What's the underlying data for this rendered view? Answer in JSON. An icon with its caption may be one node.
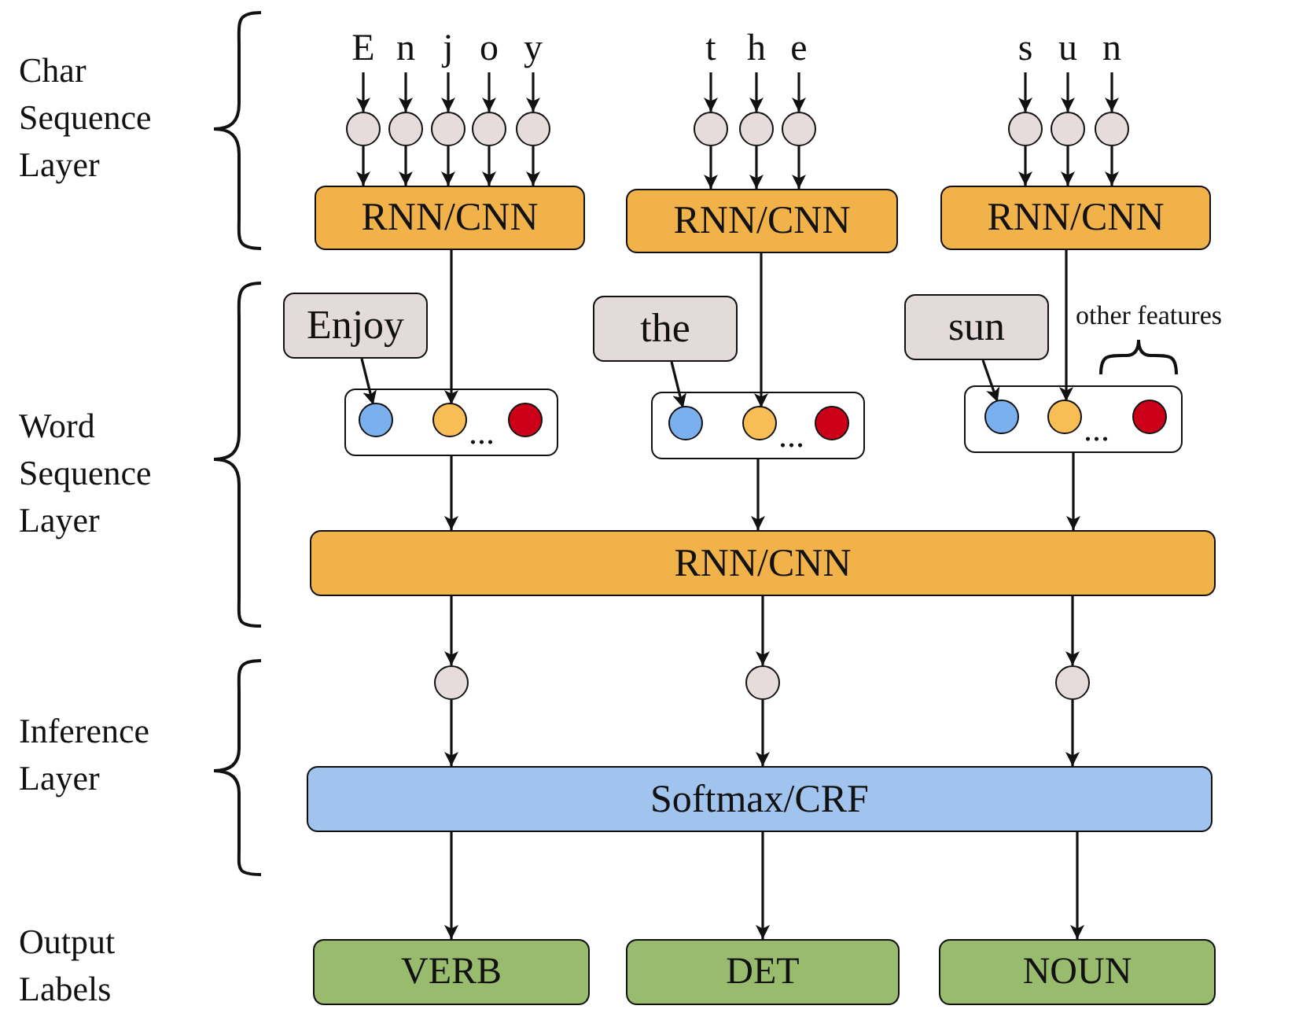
{
  "diagram": {
    "nodes": [
      {
        "text": [
          "E"
        ]
      },
      {
        "text": [
          "n"
        ]
      },
      {
        "text": [
          "j"
        ]
      },
      {
        "text": [
          "o"
        ]
      },
      {
        "text": [
          "y"
        ]
      },
      {
        "text": [
          "t"
        ]
      },
      {
        "text": [
          "h"
        ]
      },
      {
        "text": [
          "e"
        ]
      },
      {
        "text": [
          "s"
        ]
      },
      {
        "text": [
          "u"
        ]
      },
      {
        "text": [
          "n"
        ]
      },
      {
        "text": [],
        "shape": "circle"
      },
      {
        "text": [],
        "shape": "circle"
      },
      {
        "text": [],
        "shape": "circle"
      },
      {
        "text": [],
        "shape": "circle"
      },
      {
        "text": [],
        "shape": "circle"
      },
      {
        "text": [],
        "shape": "circle"
      },
      {
        "text": [],
        "shape": "circle"
      },
      {
        "text": [],
        "shape": "circle"
      },
      {
        "text": [],
        "shape": "circle"
      },
      {
        "text": [],
        "shape": "circle"
      },
      {
        "text": [],
        "shape": "circle"
      },
      {
        "text": [
          "RNN/CNN"
        ]
      },
      {
        "text": [
          "RNN/CNN"
        ]
      },
      {
        "text": [
          "RNN/CNN"
        ]
      },
      {
        "text": [
          "Enjoy"
        ]
      },
      {
        "text": [
          "the"
        ]
      },
      {
        "text": [
          "sun"
        ]
      },
      {
        "text": [
          "..."
        ]
      },
      {
        "text": [],
        "shape": "circle",
        "in": 28
      },
      {
        "text": [],
        "shape": "circle",
        "in": 28
      },
      {
        "text": [],
        "shape": "circle",
        "in": 28
      },
      {
        "text": [
          "..."
        ]
      },
      {
        "text": [],
        "shape": "circle",
        "in": 32
      },
      {
        "text": [],
        "shape": "circle",
        "in": 32
      },
      {
        "text": [],
        "shape": "circle",
        "in": 32
      },
      {
        "text": [
          "..."
        ]
      },
      {
        "text": [],
        "shape": "circle",
        "in": 36
      },
      {
        "text": [],
        "shape": "circle",
        "in": 36
      },
      {
        "text": [],
        "shape": "circle",
        "in": 36
      },
      {
        "text": [
          "RNN/CNN"
        ]
      },
      {
        "text": [],
        "shape": "circle"
      },
      {
        "text": [],
        "shape": "circle"
      },
      {
        "text": [],
        "shape": "circle"
      },
      {
        "text": [
          "Softmax/CRF"
        ]
      },
      {
        "text": [
          "VERB"
        ]
      },
      {
        "text": [
          "DET"
        ]
      },
      {
        "text": [
          "NOUN"
        ]
      }
    ],
    "edges": [
      {
        "from": 0,
        "to": 11,
        "arrow": "to"
      },
      {
        "from": 1,
        "to": 12,
        "arrow": "to"
      },
      {
        "from": 2,
        "to": 13,
        "arrow": "to"
      },
      {
        "from": 3,
        "to": 14,
        "arrow": "to"
      },
      {
        "from": 4,
        "to": 15,
        "arrow": "to"
      },
      {
        "from": 5,
        "to": 16,
        "arrow": "to"
      },
      {
        "from": 6,
        "to": 17,
        "arrow": "to"
      },
      {
        "from": 7,
        "to": 18,
        "arrow": "to"
      },
      {
        "from": 8,
        "to": 19,
        "arrow": "to"
      },
      {
        "from": 9,
        "to": 20,
        "arrow": "to"
      },
      {
        "from": 10,
        "to": 21,
        "arrow": "to"
      },
      {
        "from": 11,
        "to": 22,
        "arrow": "to"
      },
      {
        "from": 12,
        "to": 22,
        "arrow": "to"
      },
      {
        "from": 13,
        "to": 22,
        "arrow": "to"
      },
      {
        "from": 14,
        "to": 22,
        "arrow": "to"
      },
      {
        "from": 15,
        "to": 22,
        "arrow": "to"
      },
      {
        "from": 16,
        "to": 23,
        "arrow": "to"
      },
      {
        "from": 17,
        "to": 23,
        "arrow": "to"
      },
      {
        "from": 18,
        "to": 23,
        "arrow": "to"
      },
      {
        "from": 19,
        "to": 24,
        "arrow": "to"
      },
      {
        "from": 20,
        "to": 24,
        "arrow": "to"
      },
      {
        "from": 21,
        "to": 24,
        "arrow": "to"
      },
      {
        "from": 22,
        "to": 30,
        "arrow": "to"
      },
      {
        "from": 23,
        "to": 34,
        "arrow": "to"
      },
      {
        "from": 24,
        "to": 38,
        "arrow": "to"
      },
      {
        "from": 25,
        "to": 29,
        "arrow": "to"
      },
      {
        "from": 26,
        "to": 33,
        "arrow": "to"
      },
      {
        "from": 27,
        "to": 37,
        "arrow": "to"
      },
      {
        "from": 28,
        "to": 40,
        "arrow": "to"
      },
      {
        "from": 32,
        "to": 40,
        "arrow": "to"
      },
      {
        "from": 36,
        "to": 40,
        "arrow": "to"
      },
      {
        "from": 40,
        "to": 41,
        "arrow": "to"
      },
      {
        "from": 40,
        "to": 42,
        "arrow": "to"
      },
      {
        "from": 40,
        "to": 43,
        "arrow": "to"
      },
      {
        "from": 41,
        "to": 44,
        "arrow": "to"
      },
      {
        "from": 42,
        "to": 44,
        "arrow": "to"
      },
      {
        "from": 43,
        "to": 44,
        "arrow": "to"
      },
      {
        "from": 44,
        "to": 45,
        "arrow": "to"
      },
      {
        "from": 44,
        "to": 46,
        "arrow": "to"
      },
      {
        "from": 44,
        "to": 47,
        "arrow": "to"
      }
    ],
    "labels": [
      "Char Sequence Layer",
      "Word Sequence Layer",
      "Inference Layer",
      "Output Labels",
      "other features"
    ]
  }
}
